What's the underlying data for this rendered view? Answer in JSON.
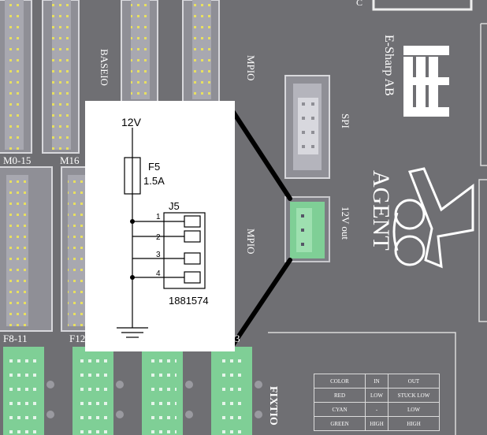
{
  "board": {
    "labels": {
      "baseio": "BASEIO",
      "mpio_top": "MPIO",
      "mpio_mid": "MPIO",
      "spi": "SPI",
      "twelve_v_out": "12V out",
      "m0_15": "M0-15",
      "m16": "M16",
      "f8_11": "F8-11",
      "f12": "F12",
      "f_end": "3",
      "fixtio": "FIXTIO",
      "brand": "E-Sharp AB",
      "agent": "AGENT",
      "corner_c": "C"
    },
    "colors": {
      "pcb": "#6f6f73",
      "connector": "#9a9aa3",
      "terminal_green": "#7fcf96",
      "silkscreen": "#ffffff"
    }
  },
  "schematic": {
    "supply": "12V",
    "fuse_ref": "F5",
    "fuse_rating": "1.5A",
    "connector_ref": "J5",
    "pins": [
      "1",
      "2",
      "3",
      "4"
    ],
    "part_number": "1881574"
  },
  "legend": {
    "headers": [
      "COLOR",
      "IN",
      "OUT"
    ],
    "rows": [
      [
        "RED",
        "LOW",
        "STUCK LOW"
      ],
      [
        "CYAN",
        "-",
        "LOW"
      ],
      [
        "GREEN",
        "HIGH",
        "HIGH"
      ]
    ]
  }
}
